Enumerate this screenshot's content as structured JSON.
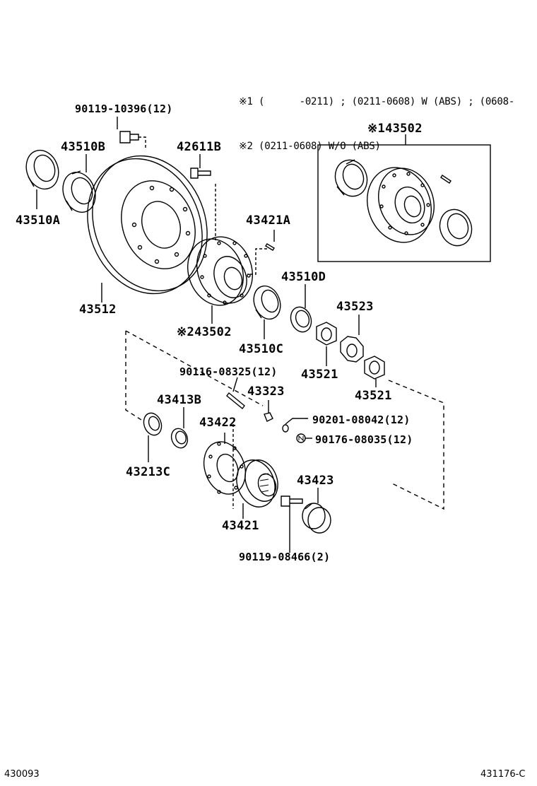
{
  "notes": {
    "note1": "※1 (      -0211) ; (0211-0608) W (ABS) ; (0608-      )",
    "note2": "※2 (0211-0608) W/O (ABS)"
  },
  "parts": {
    "p90119_10396": "90119-10396(12)",
    "p43510B": "43510B",
    "p42611B": "42611B",
    "p43510A": "43510A",
    "p43421A": "43421A",
    "p43510D": "43510D",
    "p43512": "43512",
    "p43523": "43523",
    "p43502_2": "※243502",
    "p43510C": "43510C",
    "p43521_a": "43521",
    "p90116_08325": "90116-08325(12)",
    "p43323": "43323",
    "p43521_b": "43521",
    "p43413B": "43413B",
    "p43422": "43422",
    "p90201_08042": "90201-08042(12)",
    "p90176_08035": "90176-08035(12)",
    "p43213C": "43213C",
    "p43423": "43423",
    "p43421": "43421",
    "p90119_08466": "90119-08466(2)",
    "p43502_1": "※143502"
  },
  "footer": {
    "left_code": "430093",
    "right_code": "431176-C"
  }
}
